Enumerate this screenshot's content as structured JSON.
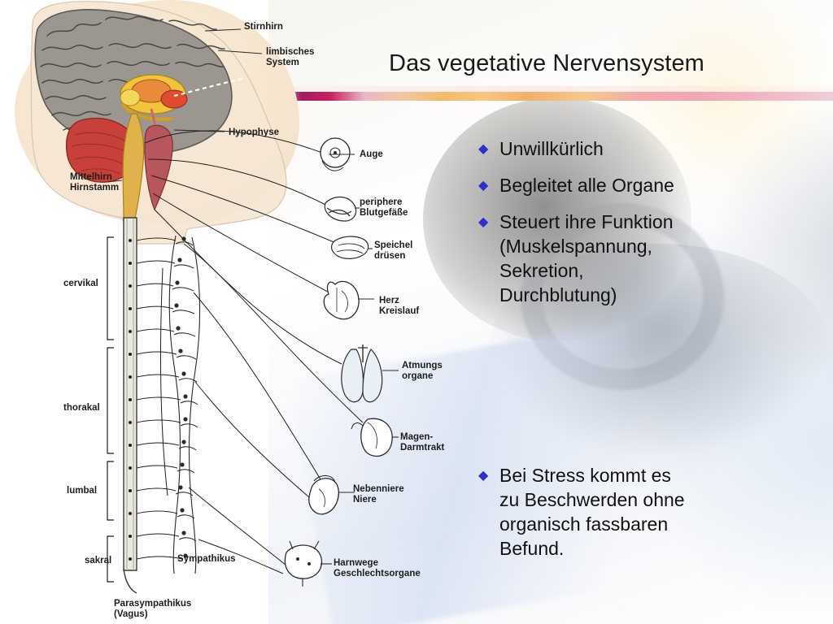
{
  "slide": {
    "title": "Das vegetative Nervensystem",
    "bullet_marker": "◆",
    "bullet_color": "#2e2ecb",
    "bullets_group1": [
      "Unwillkürlich",
      "Begleitet alle Organe",
      "Steuert ihre Funktion\n(Muskelspannung,\nSekretion,\nDurchblutung)"
    ],
    "bullets_group2": [
      "Bei Stress kommt es\nzu Beschwerden ohne\norganisch fassbaren\nBefund."
    ]
  },
  "figure": {
    "caption_labels": [
      {
        "id": "stirnhirn",
        "text": "Stirnhirn"
      },
      {
        "id": "limbisches-system",
        "text": "limbisches\nSystem"
      },
      {
        "id": "hypophyse",
        "text": "Hypophyse"
      },
      {
        "id": "mittelhirn-hirnstamm",
        "text": "Mittelhirn\nHirnstamm"
      },
      {
        "id": "cervikal",
        "text": "cervikal"
      },
      {
        "id": "thorakal",
        "text": "thorakal"
      },
      {
        "id": "lumbal",
        "text": "lumbal"
      },
      {
        "id": "sakral",
        "text": "sakral"
      },
      {
        "id": "auge",
        "text": "Auge"
      },
      {
        "id": "periphere-blutgefaesse",
        "text": "periphere\nBlutgefäße"
      },
      {
        "id": "speicheldruesen",
        "text": "Speichel\ndrüsen"
      },
      {
        "id": "herz-kreislauf",
        "text": "Herz\nKreislauf"
      },
      {
        "id": "atmungsorgane",
        "text": "Atmungs\norgane"
      },
      {
        "id": "magen-darmtrakt",
        "text": "Magen-\nDarmtrakt"
      },
      {
        "id": "nebenniere-niere",
        "text": "Nebenniere\nNiere"
      },
      {
        "id": "harnwege-geschlechtsorgane",
        "text": "Harnwege\nGeschlechtsorgane"
      },
      {
        "id": "sympathikus",
        "text": "Sympathikus"
      },
      {
        "id": "parasympathikus-vagus",
        "text": "Parasympathikus\n(Vagus)"
      }
    ]
  }
}
